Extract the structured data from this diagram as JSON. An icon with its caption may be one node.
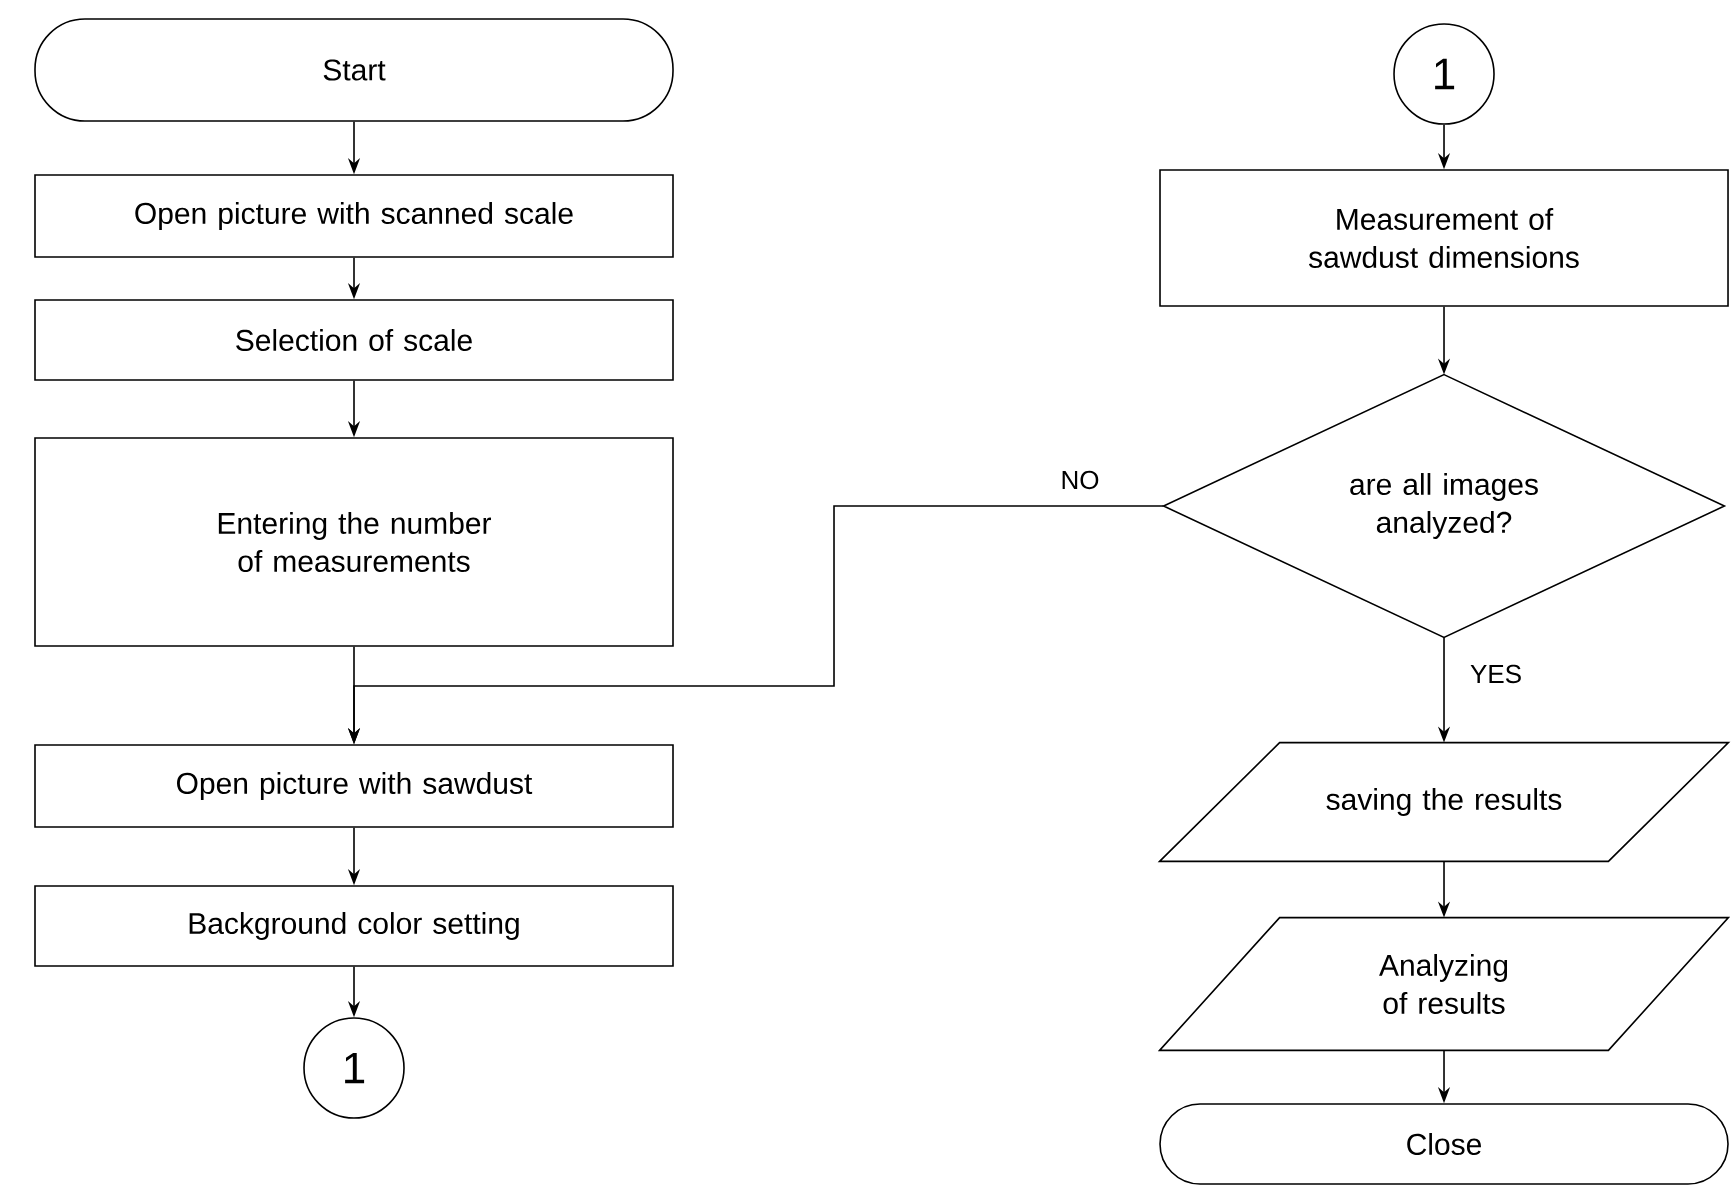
{
  "diagram": {
    "nodes": [
      {
        "text": [
          "Start"
        ]
      },
      {
        "text": [
          "Open picture with scanned scale"
        ]
      },
      {
        "text": [
          "Selection of scale"
        ]
      },
      {
        "text": [
          "Entering the number of measurements"
        ]
      },
      {
        "text": [
          "Open picture with sawdust"
        ]
      },
      {
        "text": [
          "Background color setting"
        ]
      },
      {
        "text": [
          "1"
        ]
      },
      {
        "text": [
          "1"
        ]
      },
      {
        "text": [
          "Measurement of sawdust dimensions"
        ]
      },
      {
        "text": [
          "are all images analyzed?"
        ]
      },
      {
        "text": [
          "saving the results"
        ]
      },
      {
        "text": [
          "Analyzing of results"
        ]
      },
      {
        "text": [
          "Close"
        ]
      }
    ],
    "edges": [
      {
        "from": 0,
        "to": 1,
        "arrow": "to"
      },
      {
        "from": 1,
        "to": 2,
        "arrow": "to"
      },
      {
        "from": 2,
        "to": 3,
        "arrow": "to"
      },
      {
        "from": 3,
        "to": 4,
        "arrow": "to"
      },
      {
        "from": 4,
        "to": 5,
        "arrow": "to"
      },
      {
        "from": 5,
        "to": 6,
        "arrow": "to"
      },
      {
        "from": 7,
        "to": 8,
        "arrow": "to"
      },
      {
        "from": 8,
        "to": 9,
        "arrow": "to"
      },
      {
        "from": 9,
        "to": 4,
        "arrow": "to",
        "label": "NO"
      },
      {
        "from": 9,
        "to": 10,
        "arrow": "to",
        "label": "YES"
      },
      {
        "from": 10,
        "to": 11,
        "arrow": "to"
      },
      {
        "from": 11,
        "to": 12,
        "arrow": "to"
      }
    ]
  }
}
